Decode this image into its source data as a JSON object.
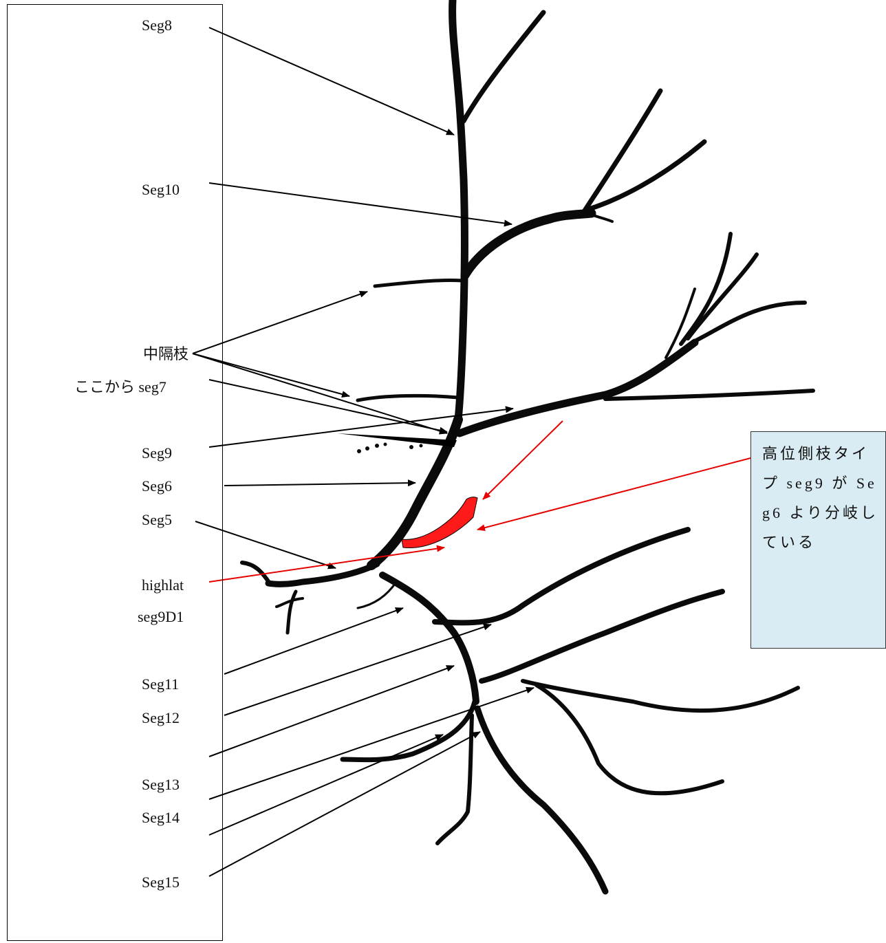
{
  "labels": {
    "seg8": "Seg8",
    "seg10": "Seg10",
    "chukakushi": "中隔枝",
    "kokokara": "ここから seg7",
    "seg9": "Seg9",
    "seg6": "Seg6",
    "seg5": "Seg5",
    "highlat": "highlat",
    "seg9d1": "seg9D1",
    "seg11": "Seg11",
    "seg12": "Seg12",
    "seg13": "Seg13",
    "seg14": "Seg14",
    "seg15": "Seg15"
  },
  "note": "高位側枝タイプ seg9 が Seg6 より分岐している",
  "colors": {
    "vessel": "#0a0a0a",
    "arrow": "#000000",
    "highlight": "#ff1a1a",
    "highlight_arrow": "#e60000",
    "note_bg": "#d9ecf3"
  }
}
